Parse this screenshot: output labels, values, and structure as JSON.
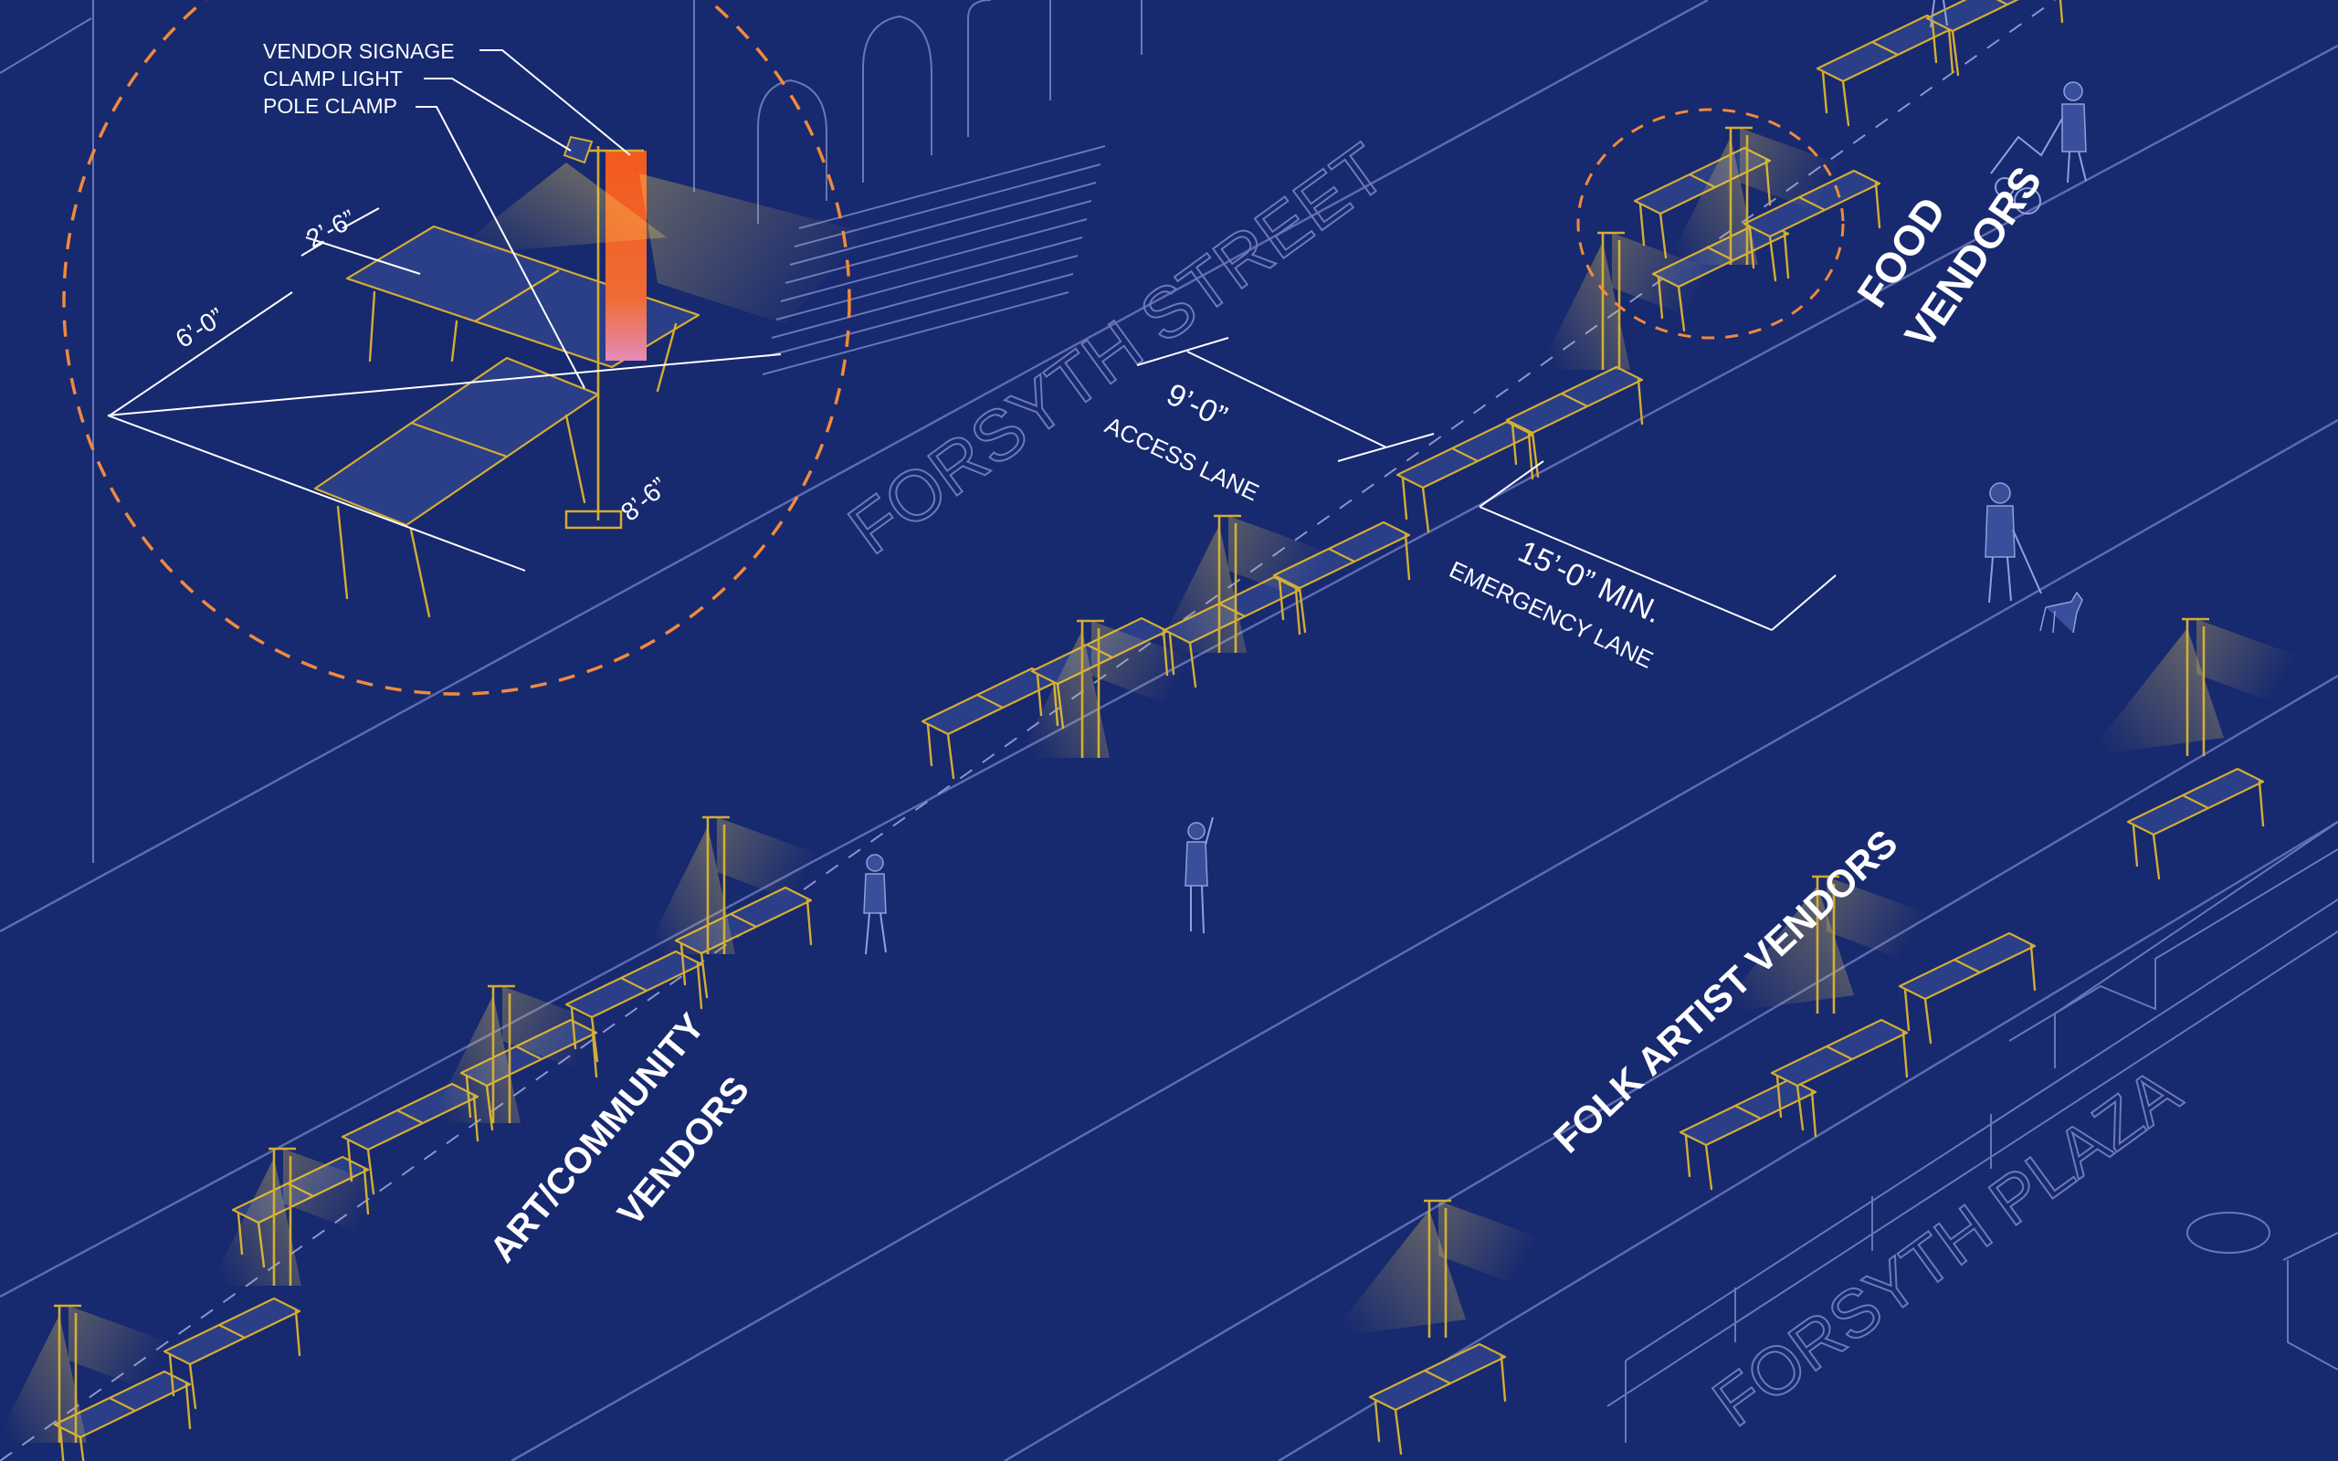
{
  "labels": {
    "street": "FORSYTH STREET",
    "plaza": "FORSYTH PLAZA",
    "food_1": "FOOD",
    "food_2": "VENDORS",
    "art_1": "ART/COMMUNITY",
    "art_2": "VENDORS",
    "folk": "FOLK ARTIST VENDORS"
  },
  "dimensions": {
    "access_value": "9’-0”",
    "access_label": "ACCESS LANE",
    "emergency_value": "15’-0” MIN.",
    "emergency_label": "EMERGENCY LANE",
    "table_width": "2’-6”",
    "table_length": "6’-0”",
    "table_depth": "8’-6”"
  },
  "callouts": {
    "signage": "VENDOR SIGNAGE",
    "light": "CLAMP LIGHT",
    "clamp": "POLE CLAMP"
  },
  "colors": {
    "background": "#17296f",
    "table_outline": "#d4ad32",
    "light_glow": "#f6d25a",
    "callout_circle": "#f08a3c",
    "banner": "#f0652a",
    "linework": "#6a76b6"
  }
}
